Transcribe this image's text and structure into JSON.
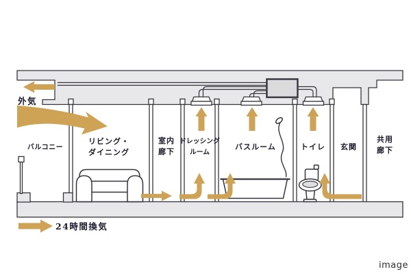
{
  "diagram": {
    "outside_air_label": "外気",
    "legend": {
      "label": "24時間換気"
    },
    "watermark": "image",
    "rooms": {
      "balcony": {
        "line1": "バルコニー"
      },
      "living": {
        "line1": "リビング・",
        "line2": "ダイニング"
      },
      "corridor": {
        "line1": "室内",
        "line2": "廊下"
      },
      "dressing": {
        "line1": "ドレッシング",
        "line2": "ルーム"
      },
      "bathroom": {
        "line1": "バスルーム"
      },
      "toilet": {
        "line1": "トイレ"
      },
      "entrance": {
        "line1": "玄関"
      },
      "common_corridor": {
        "line1": "共用",
        "line2": "廊下"
      }
    },
    "colors": {
      "arrow": "#CEA355",
      "wall_fill": "#E8E8EA",
      "outline": "#35353D",
      "fan_fill": "#DBDBDE",
      "text": "#1C1C2E"
    }
  }
}
